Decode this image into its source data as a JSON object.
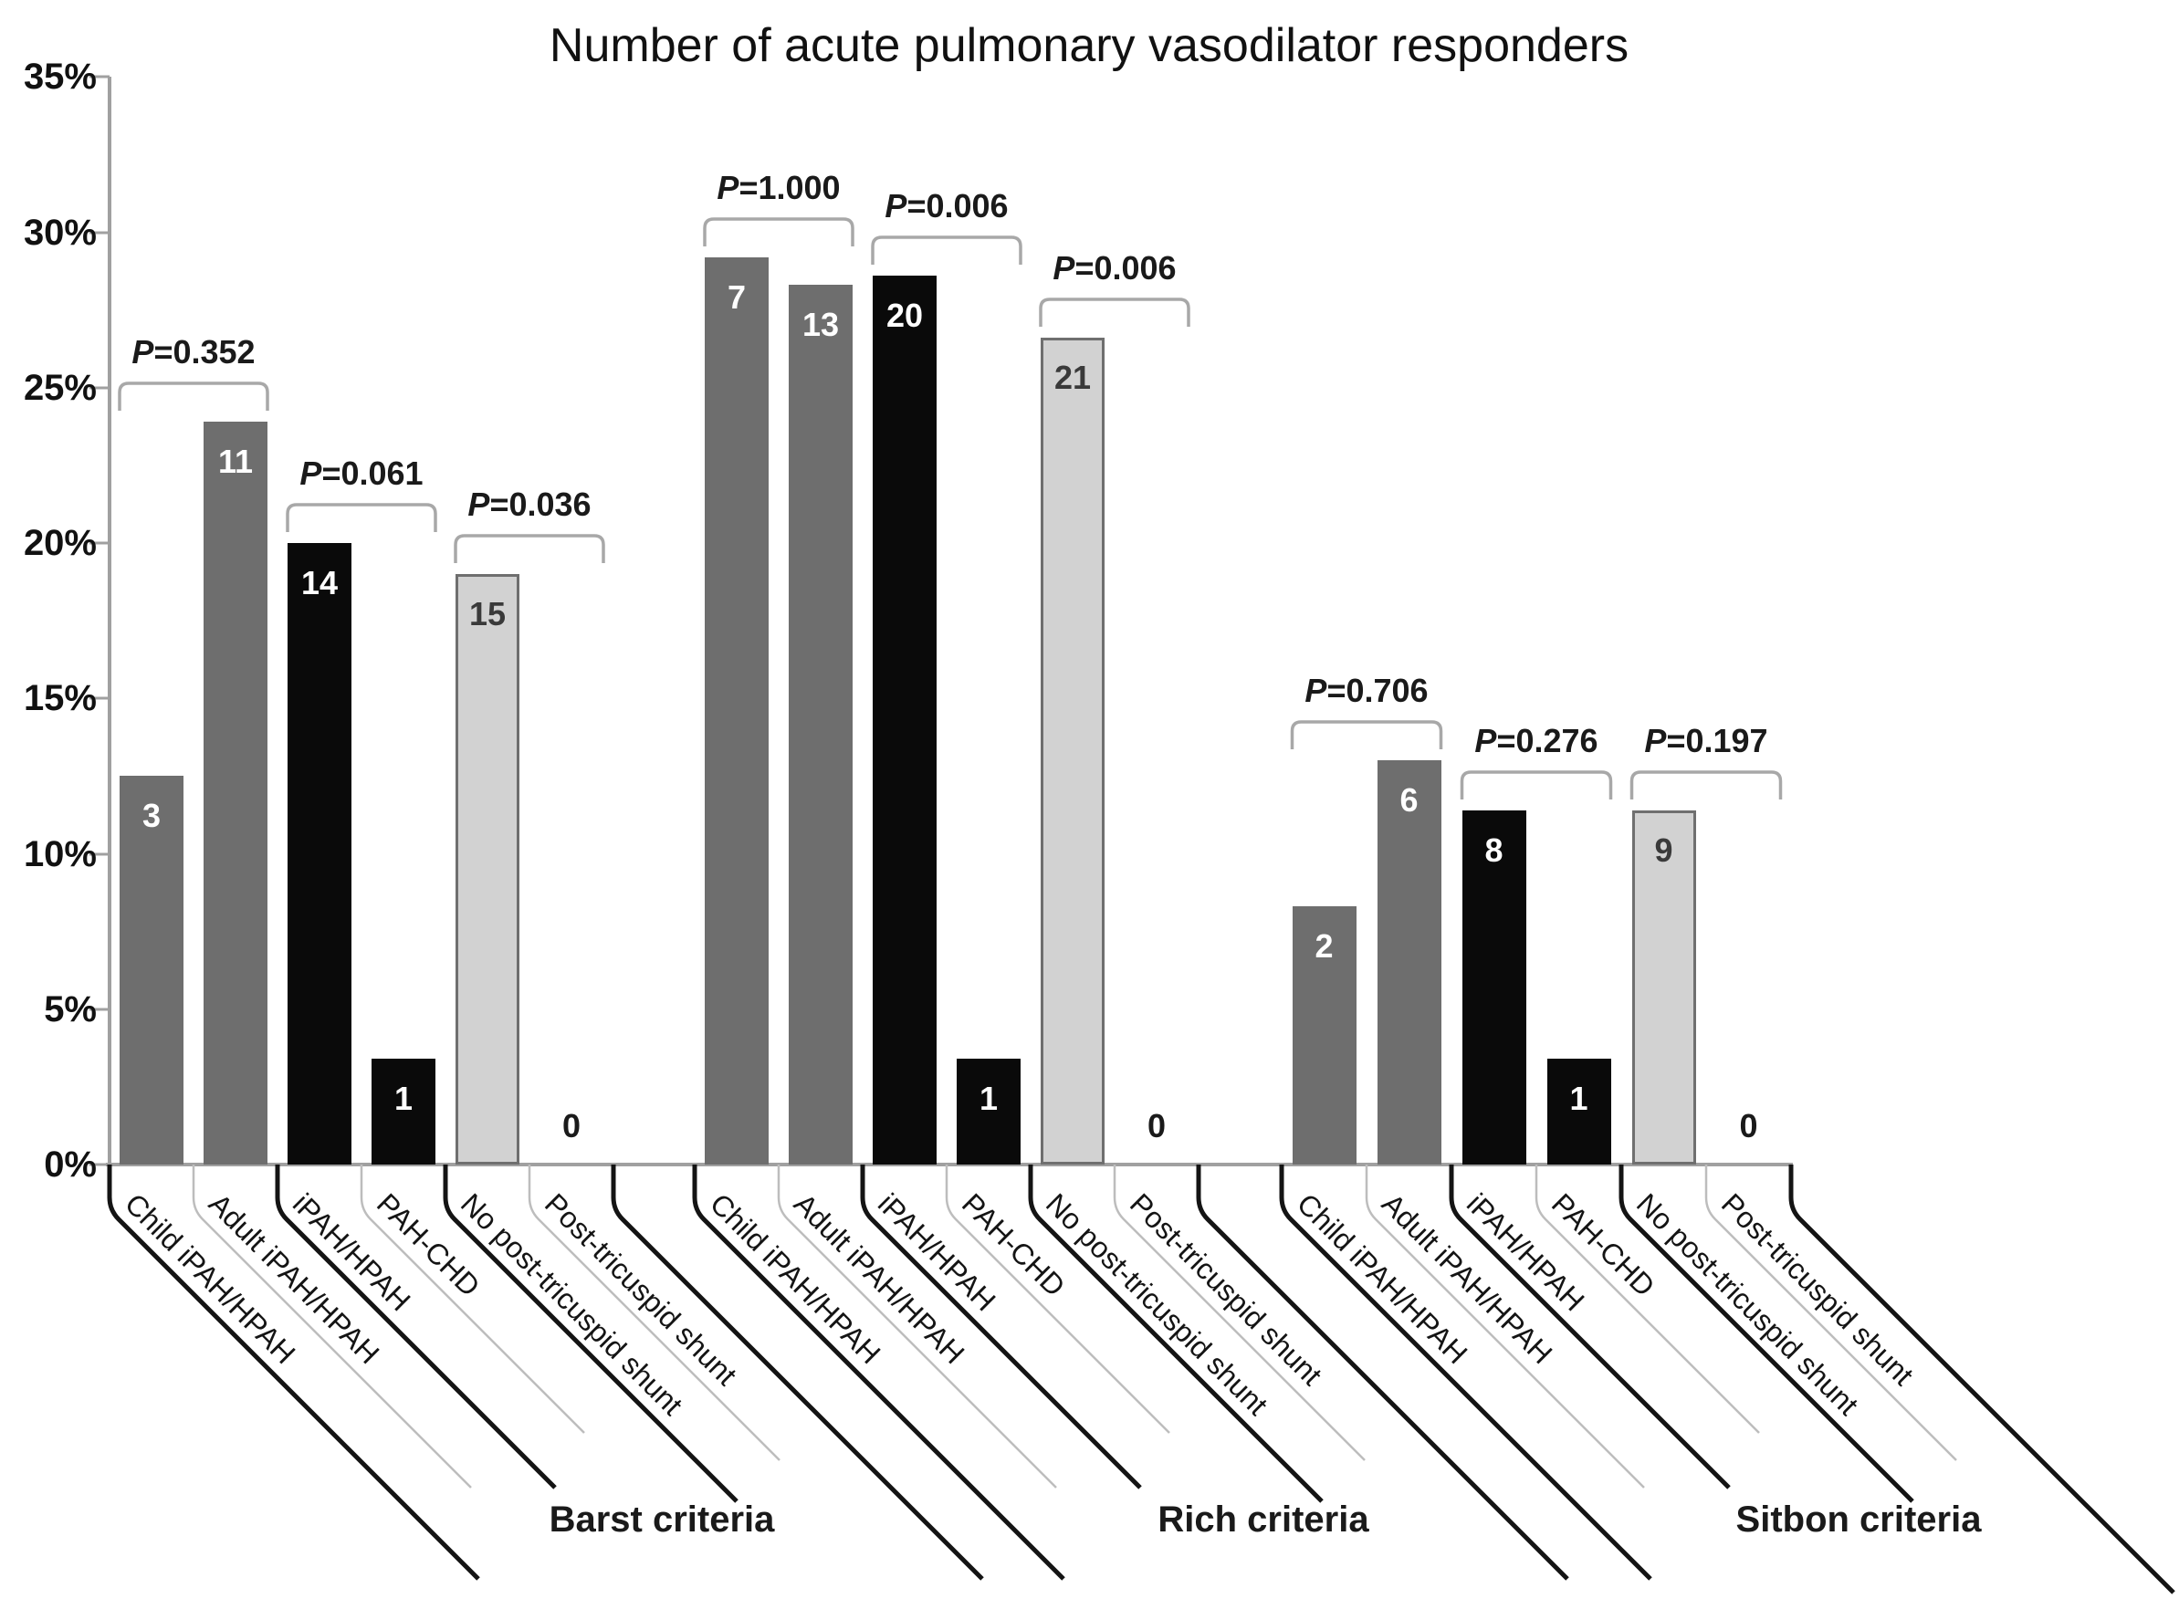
{
  "chart_data": {
    "type": "bar",
    "title": "Number of acute pulmonary vasodilator responders",
    "ylabel": "",
    "xlabel": "",
    "y_axis": {
      "tick_labels": [
        "0%",
        "5%",
        "10%",
        "15%",
        "20%",
        "25%",
        "30%",
        "35%"
      ],
      "range_pct": [
        0,
        35
      ],
      "grid": "off"
    },
    "legend": "none",
    "categories": [
      "Child iPAH/HPAH",
      "Adult iPAH/HPAH",
      "iPAH/HPAH",
      "PAH-CHD",
      "No post-tricuspid shunt",
      "Post-tricuspid shunt"
    ],
    "category_color_roles": [
      "dark",
      "dark",
      "black",
      "black",
      "light",
      "none"
    ],
    "groups": [
      {
        "name": "Barst criteria",
        "counts": [
          3,
          11,
          14,
          1,
          15,
          0
        ],
        "percents": [
          12.5,
          23.9,
          20.0,
          3.4,
          19.0,
          0
        ],
        "p_brackets": [
          {
            "pair": [
              "Child iPAH/HPAH",
              "Adult iPAH/HPAH"
            ],
            "label": "P=0.352"
          },
          {
            "pair": [
              "iPAH/HPAH",
              "PAH-CHD"
            ],
            "label": "P=0.061"
          },
          {
            "pair": [
              "No post-tricuspid shunt",
              "Post-tricuspid shunt"
            ],
            "label": "P=0.036"
          }
        ]
      },
      {
        "name": "Rich criteria",
        "counts": [
          7,
          13,
          20,
          1,
          21,
          0
        ],
        "percents": [
          29.2,
          28.3,
          28.6,
          3.4,
          26.6,
          0
        ],
        "p_brackets": [
          {
            "pair": [
              "Child iPAH/HPAH",
              "Adult iPAH/HPAH"
            ],
            "label": "P=1.000"
          },
          {
            "pair": [
              "iPAH/HPAH",
              "PAH-CHD"
            ],
            "label": "P=0.006"
          },
          {
            "pair": [
              "No post-tricuspid shunt",
              "Post-tricuspid shunt"
            ],
            "label": "P=0.006"
          }
        ]
      },
      {
        "name": "Sitbon criteria",
        "counts": [
          2,
          6,
          8,
          1,
          9,
          0
        ],
        "percents": [
          8.3,
          13.0,
          11.4,
          3.4,
          11.4,
          0
        ],
        "p_brackets": [
          {
            "pair": [
              "Child iPAH/HPAH",
              "Adult iPAH/HPAH"
            ],
            "label": "P=0.706"
          },
          {
            "pair": [
              "iPAH/HPAH",
              "PAH-CHD"
            ],
            "label": "P=0.276"
          },
          {
            "pair": [
              "No post-tricuspid shunt",
              "Post-tricuspid shunt"
            ],
            "label": "P=0.197"
          }
        ]
      }
    ],
    "colors": {
      "bar_dark": "#6e6e6e",
      "bar_black": "#0a0a0a",
      "bar_light_fill": "#d2d2d2",
      "bar_light_border": "#6f6f6f",
      "axis": "#a0a0a0",
      "bracket": "#a8a8a8",
      "leader_thick": "#141414",
      "leader_thin": "#bdbdbd",
      "count_on_dark": "#ffffff",
      "count_on_light": "#3a3a3a",
      "text": "#1a1a1a"
    }
  }
}
